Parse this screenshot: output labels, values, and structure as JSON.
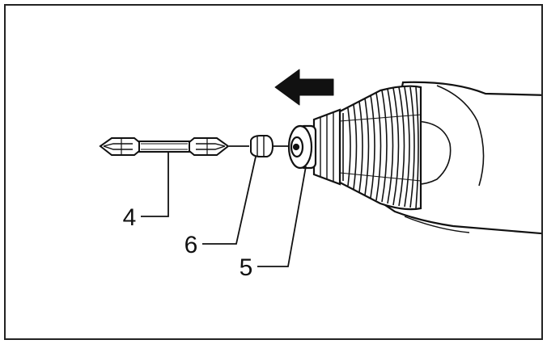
{
  "figure": {
    "callouts": {
      "bit": "4",
      "bit_holder": "6",
      "sleeve": "5"
    }
  },
  "colors": {
    "line": "#111111",
    "frame": "#222222",
    "background": "#ffffff"
  },
  "icons": [
    "insert-direction-arrow-icon",
    "driver-bit-icon",
    "bit-holder-icon",
    "chuck-sleeve-icon",
    "drill-body-icon"
  ]
}
